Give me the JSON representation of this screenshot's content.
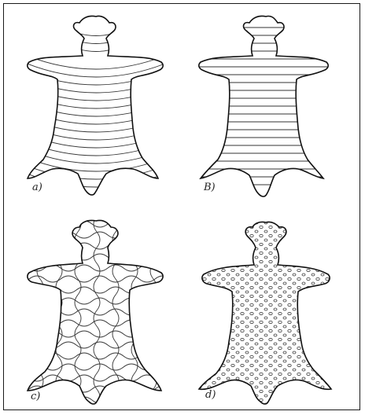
{
  "figure": {
    "panels": [
      {
        "label": "a)",
        "pattern": "curved-lines"
      },
      {
        "label": "B)",
        "pattern": "straight-lines"
      },
      {
        "label": "c)",
        "pattern": "wavy-mesh"
      },
      {
        "label": "d)",
        "pattern": "dots"
      }
    ]
  }
}
